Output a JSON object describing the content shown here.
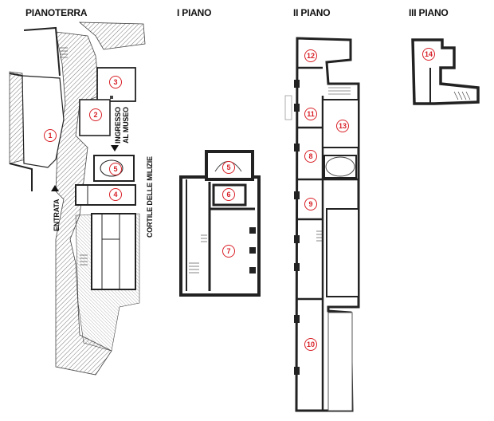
{
  "floors": {
    "ground": "PIANOTERRA",
    "first": "I PIANO",
    "second": "II PIANO",
    "third": "III PIANO"
  },
  "labels": {
    "entrance": "ENTRATA",
    "museum_entrance_line1": "INGRESSO",
    "museum_entrance_line2": "AL MUSEO",
    "courtyard": "CORTILE DELLE MILIZIE"
  },
  "rooms": [
    "1",
    "2",
    "3",
    "4",
    "5",
    "5",
    "6",
    "7",
    "8",
    "9",
    "10",
    "11",
    "12",
    "13",
    "14"
  ],
  "colors": {
    "room_marker": "#d81f26",
    "wall": "#333333",
    "hatch": "#555555"
  }
}
